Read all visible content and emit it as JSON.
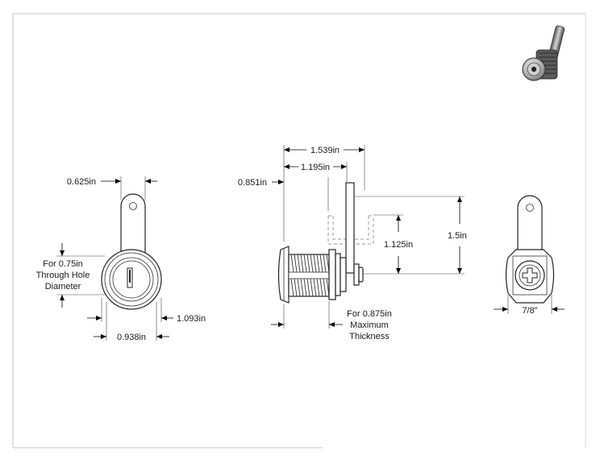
{
  "colors": {
    "line": "#222222",
    "frame": "#bbbbbb",
    "background": "#ffffff",
    "photo_metal": "#9a9a9a"
  },
  "front_view": {
    "dim_tab_width": "0.625in",
    "hole_note": [
      "For 0.75in",
      "Through Hole",
      "Diameter"
    ],
    "dim_face_diameter": "1.093in",
    "dim_body_width": "0.938in"
  },
  "side_view": {
    "dim_overall_length": "1.539in",
    "dim_thread_length": "1.195in",
    "dim_head_offset": "0.851in",
    "dim_cam_drop": "1.125in",
    "dim_cam_length": "1.5in",
    "thickness_note": [
      "For 0.875in",
      "Maximum",
      "Thickness"
    ]
  },
  "rear_view": {
    "dim_nut_width": "7/8\""
  },
  "icons": [
    "phillips-screw-icon",
    "keyway-icon",
    "cam-lock-photo"
  ]
}
